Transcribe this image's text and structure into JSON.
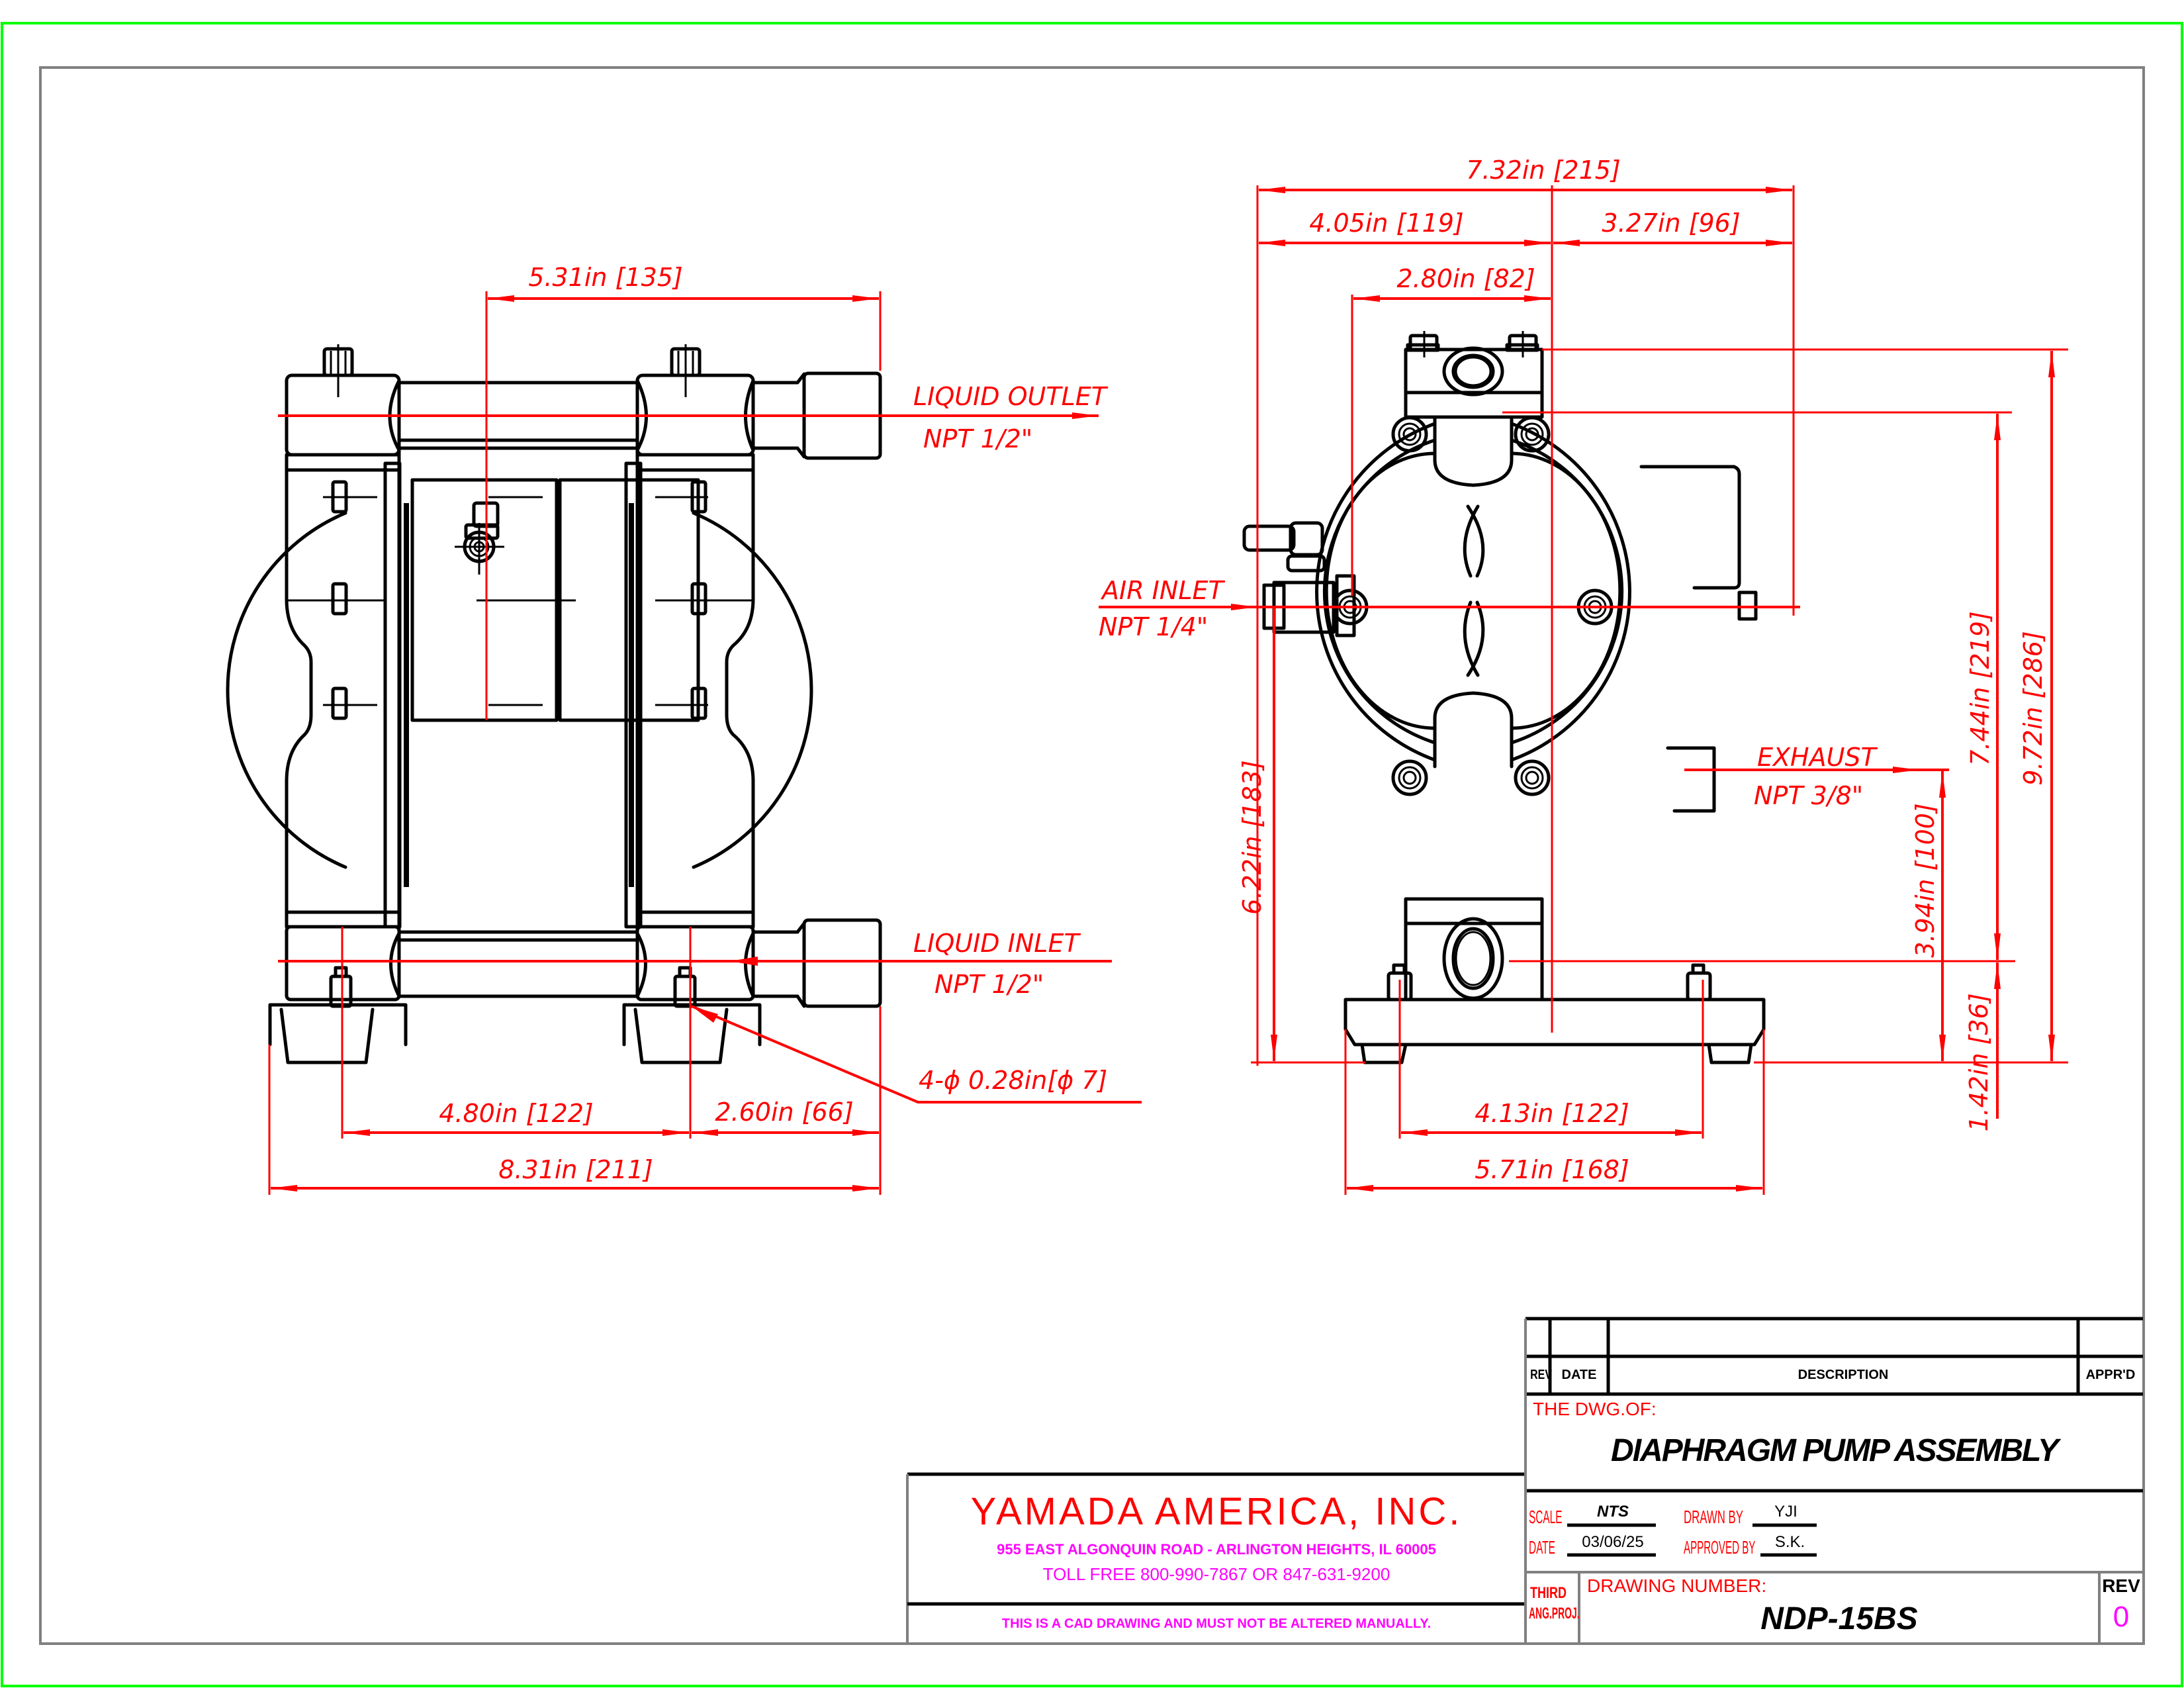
{
  "colors": {
    "frame_outer": "#00ff00",
    "frame_inner": "#808080",
    "dimension": "#ff0000",
    "company_info": "#ff00ff",
    "outline": "#000000"
  },
  "side_view": {
    "labels": {
      "liquid_outlet": "LIQUID OUTLET",
      "liquid_outlet_size": "NPT 1/2\"",
      "liquid_inlet": "LIQUID INLET",
      "liquid_inlet_size": "NPT 1/2\"",
      "mount_holes": "4-ϕ 0.28in[ϕ 7]"
    },
    "dimensions": {
      "outlet_offset": "5.31in [135]",
      "foot_spacing": "4.80in [122]",
      "foot_to_port": "2.60in [66]",
      "overall_depth": "8.31in [211]"
    }
  },
  "front_view": {
    "labels": {
      "air_inlet": "AIR INLET",
      "air_inlet_size": "NPT 1/4\"",
      "exhaust": "EXHAUST",
      "exhaust_size": "NPT 3/8\""
    },
    "dimensions": {
      "overall_width": "7.32in [215]",
      "left_to_center": "4.05in [119]",
      "center_to_right": "3.27in [96]",
      "air_inlet_to_center": "2.80in [82]",
      "air_inlet_height": "6.22in [183]",
      "outlet_height": "7.44in [219]",
      "overall_height": "9.72in [286]",
      "exhaust_height": "3.94in [100]",
      "inlet_height": "1.42in [36]",
      "foot_spacing": "4.13in [122]",
      "base_width": "5.71in [168]"
    }
  },
  "revision_block": {
    "headers": [
      "REV",
      "DATE",
      "DESCRIPTION",
      "APPR'D"
    ]
  },
  "title_block": {
    "dwg_of_label": "THE DWG.OF:",
    "title": "DIAPHRAGM PUMP ASSEMBLY",
    "scale_label": "SCALE",
    "scale_value": "NTS",
    "date_label": "DATE",
    "date_value": "03/06/25",
    "drawn_by_label": "DRAWN BY",
    "drawn_by_value": "YJI",
    "approved_by_label": "APPROVED BY",
    "approved_by_value": "S.K.",
    "projection": [
      "THIRD",
      "ANG.PROJ."
    ],
    "drawing_number_label": "DRAWING NUMBER:",
    "drawing_number": "NDP-15BS",
    "rev_label": "REV",
    "rev_value": "0"
  },
  "company": {
    "name": "YAMADA AMERICA, INC.",
    "address": "955 EAST ALGONQUIN ROAD - ARLINGTON HEIGHTS, IL 60005",
    "phone": "TOLL FREE 800-990-7867 OR 847-631-9200",
    "notice": "THIS IS A CAD DRAWING AND MUST NOT BE ALTERED MANUALLY."
  }
}
